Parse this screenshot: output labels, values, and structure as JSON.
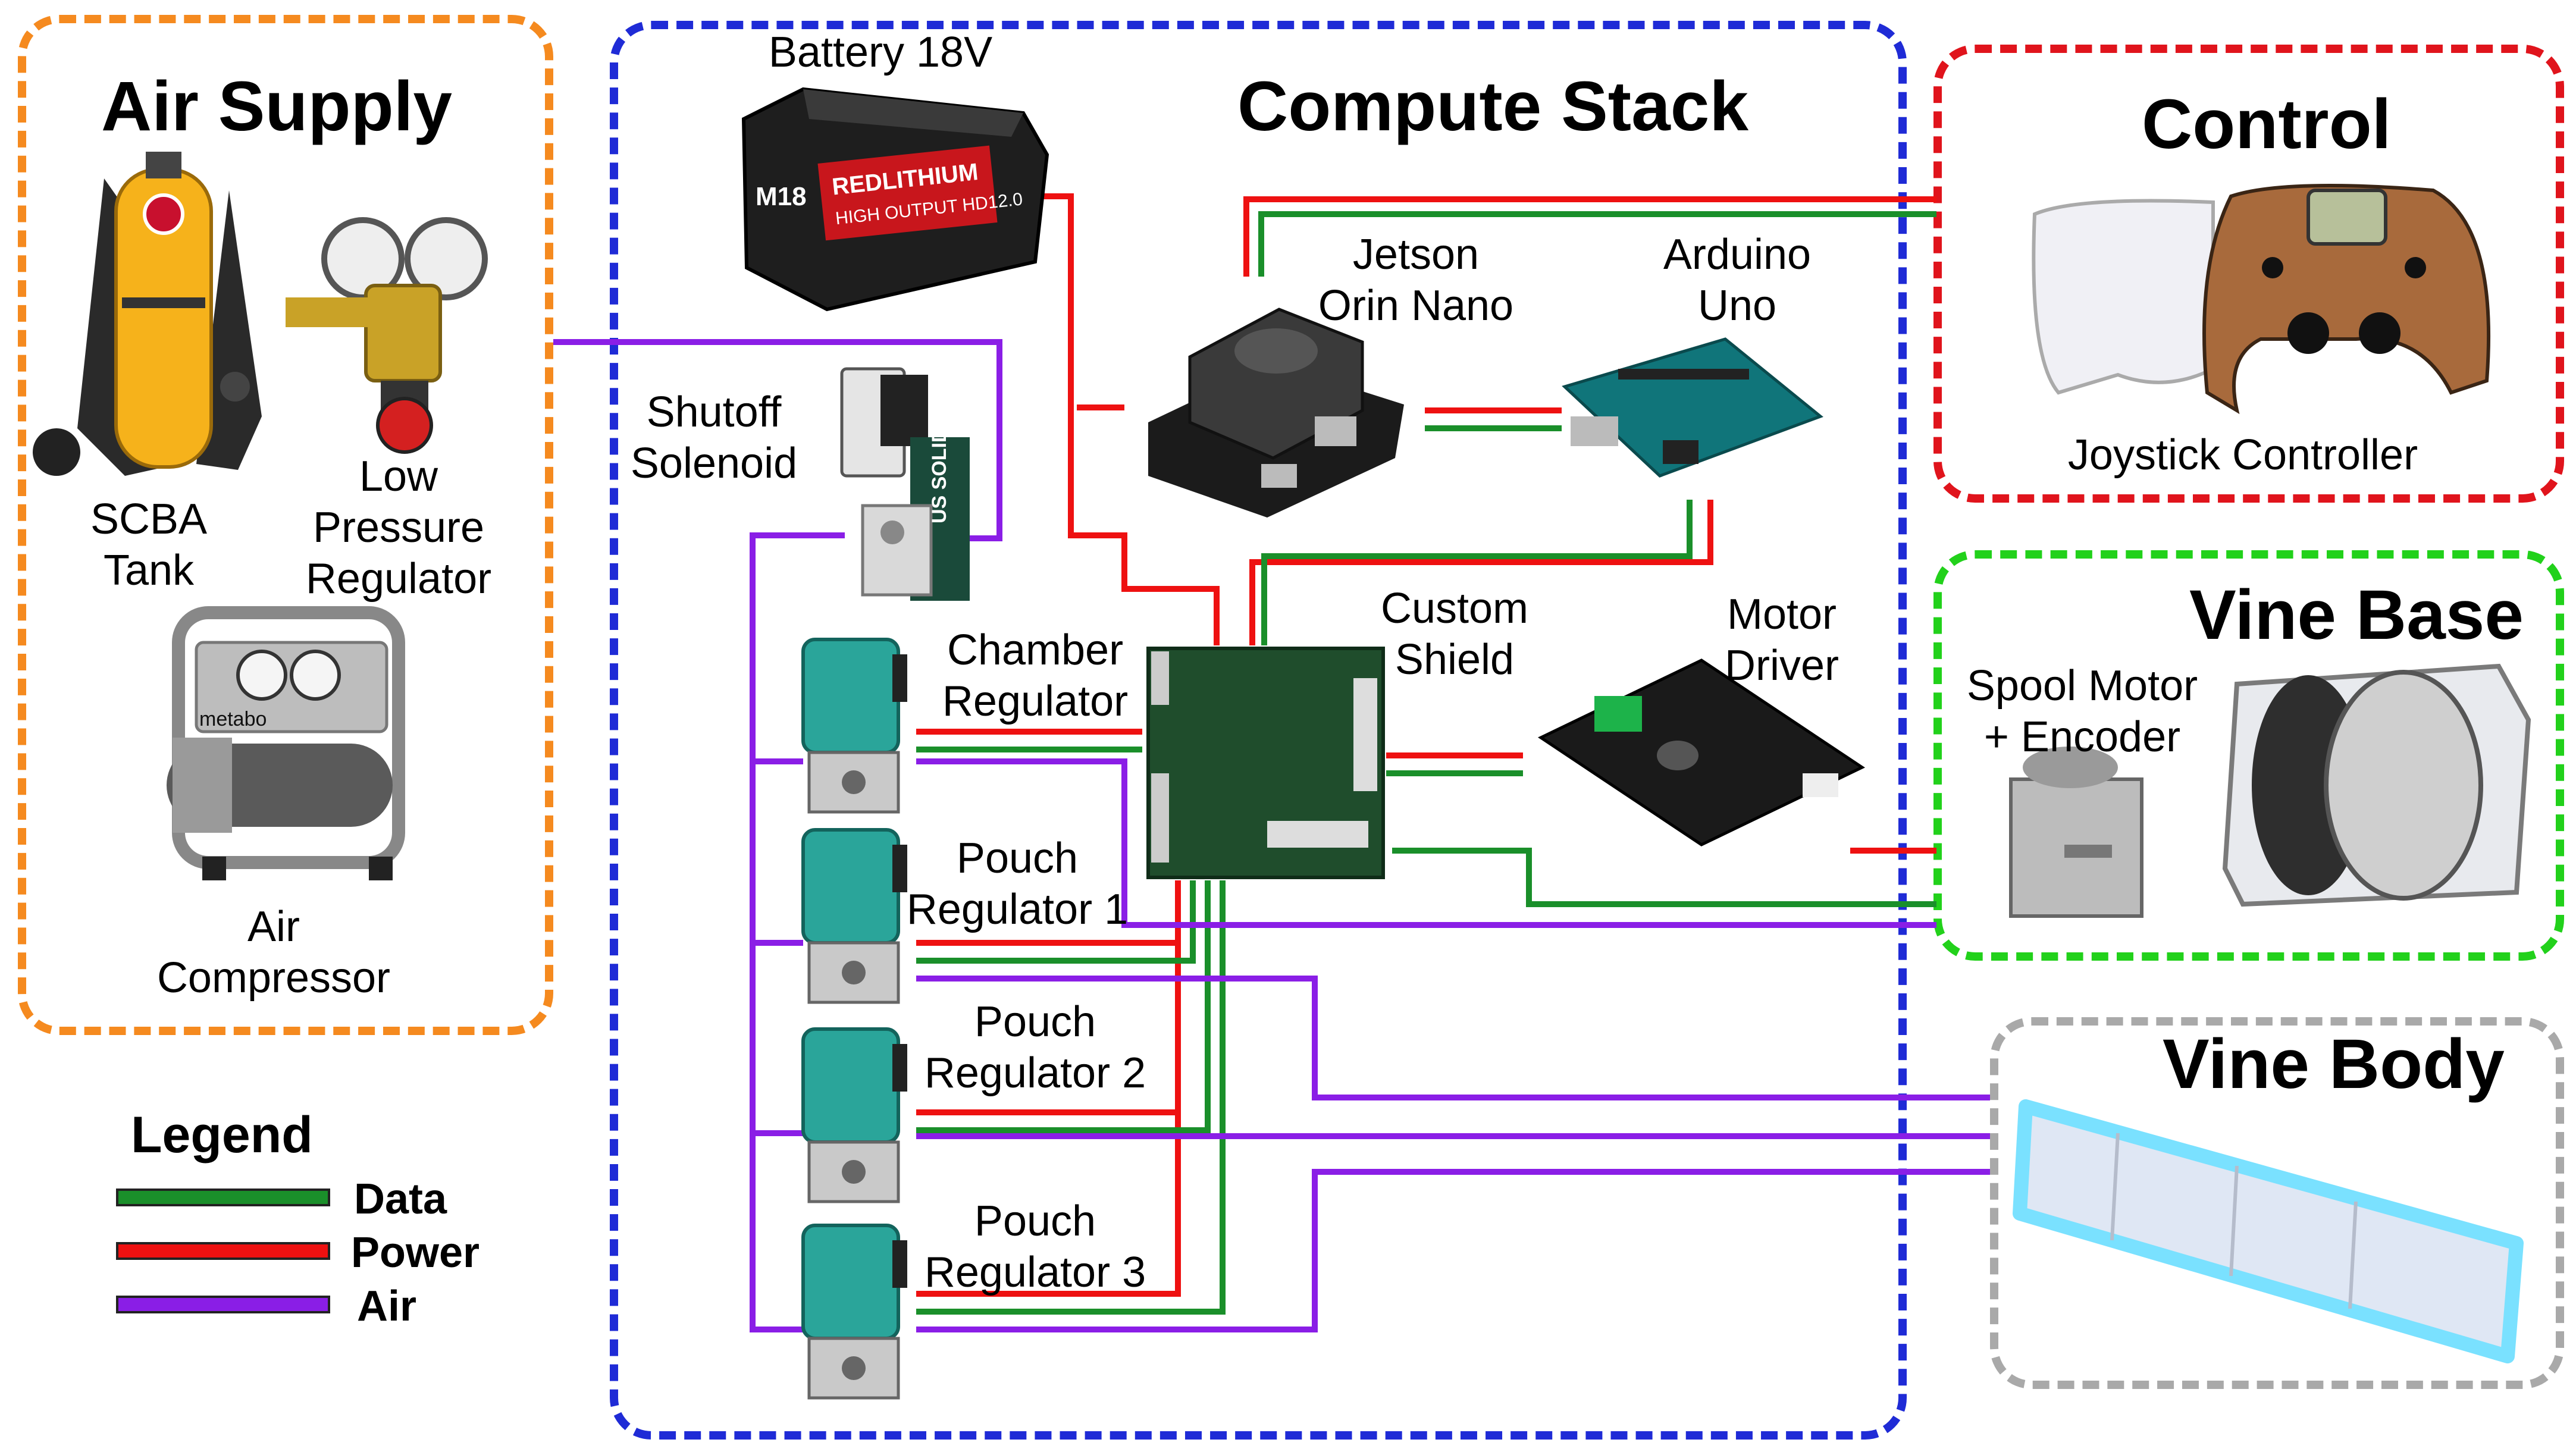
{
  "groups": {
    "air_supply": "Air Supply",
    "compute_stack": "Compute Stack",
    "control": "Control",
    "vine_base": "Vine Base",
    "vine_body": "Vine Body"
  },
  "components": {
    "scba_tank": "SCBA\nTank",
    "low_pressure_regulator": "Low\nPressure\nRegulator",
    "air_compressor": "Air\nCompressor",
    "battery": "Battery 18V",
    "shutoff_solenoid": "Shutoff\nSolenoid",
    "jetson": "Jetson\nOrin Nano",
    "arduino": "Arduino\nUno",
    "custom_shield": "Custom\nShield",
    "motor_driver": "Motor\nDriver",
    "chamber_regulator": "Chamber\nRegulator",
    "pouch_regulator_1": "Pouch\nRegulator 1",
    "pouch_regulator_2": "Pouch\nRegulator 2",
    "pouch_regulator_3": "Pouch\nRegulator 3",
    "joystick": "Joystick Controller",
    "spool_motor": "Spool Motor\n+ Encoder"
  },
  "battery_art": {
    "brand": "M18",
    "line1": "REDLITHIUM",
    "line2": "HIGH OUTPUT HD12.0"
  },
  "solenoid_art": "US SOLID",
  "compressor_art": "metabo",
  "legend": {
    "title": "Legend",
    "items": [
      {
        "label": "Data",
        "color": "#1a8f2a"
      },
      {
        "label": "Power",
        "color": "#ee1111"
      },
      {
        "label": "Air",
        "color": "#8a1ee6"
      }
    ]
  },
  "colors": {
    "air_supply": "#f58a1f",
    "compute_stack": "#1f2bd6",
    "control": "#e0141c",
    "vine_base": "#22d11b",
    "vine_body": "#a9a9a9",
    "data": "#1a8f2a",
    "power": "#ee1111",
    "air": "#8a1ee6"
  }
}
